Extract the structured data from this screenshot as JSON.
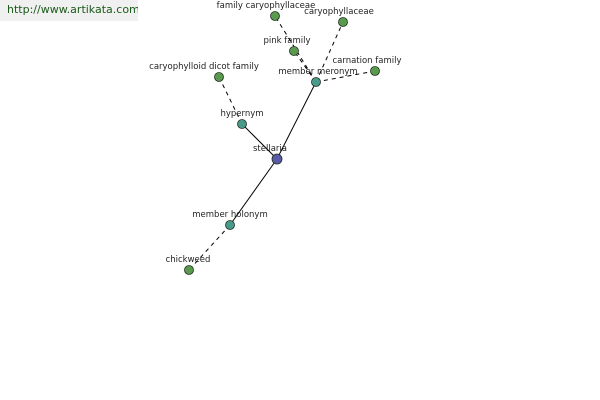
{
  "watermark": {
    "text": "http://www.artikata.com"
  },
  "colors": {
    "root": "#5a5aa8",
    "relation": "#4a9a8c",
    "leaf": "#5a9a4e"
  },
  "nodes": [
    {
      "id": "stellaria",
      "label": "stellaria",
      "kind": "root"
    },
    {
      "id": "hypernym",
      "label": "hypernym",
      "kind": "relation"
    },
    {
      "id": "member-meronym",
      "label": "member meronym",
      "kind": "relation"
    },
    {
      "id": "member-holonym",
      "label": "member holonym",
      "kind": "relation"
    },
    {
      "id": "caryophylloid-dicot-family",
      "label": "caryophylloid dicot family",
      "kind": "leaf"
    },
    {
      "id": "family-caryophyllaceae",
      "label": "family caryophyllaceae",
      "kind": "leaf"
    },
    {
      "id": "caryophyllaceae",
      "label": "caryophyllaceae",
      "kind": "leaf"
    },
    {
      "id": "pink-family",
      "label": "pink family",
      "kind": "leaf"
    },
    {
      "id": "carnation-family",
      "label": "carnation family",
      "kind": "leaf"
    },
    {
      "id": "chickweed",
      "label": "chickweed",
      "kind": "leaf"
    }
  ],
  "edges": [
    {
      "from": "stellaria",
      "to": "hypernym",
      "style": "solid"
    },
    {
      "from": "stellaria",
      "to": "member-meronym",
      "style": "solid"
    },
    {
      "from": "stellaria",
      "to": "member-holonym",
      "style": "solid"
    },
    {
      "from": "hypernym",
      "to": "caryophylloid-dicot-family",
      "style": "dashed"
    },
    {
      "from": "member-meronym",
      "to": "family-caryophyllaceae",
      "style": "dashed"
    },
    {
      "from": "member-meronym",
      "to": "caryophyllaceae",
      "style": "dashed"
    },
    {
      "from": "member-meronym",
      "to": "pink-family",
      "style": "dashed"
    },
    {
      "from": "member-meronym",
      "to": "carnation-family",
      "style": "dashed"
    },
    {
      "from": "member-holonym",
      "to": "chickweed",
      "style": "dashed"
    }
  ]
}
